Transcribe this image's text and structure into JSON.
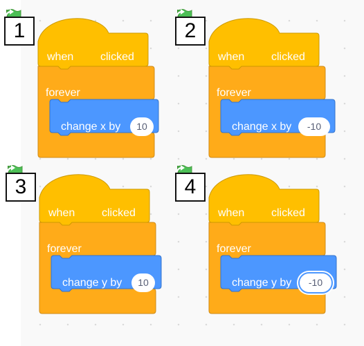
{
  "programs": [
    {
      "number": "1",
      "hat_when": "when",
      "hat_clicked": "clicked",
      "loop_label": "forever",
      "motion_label": "change x by",
      "value": "10"
    },
    {
      "number": "2",
      "hat_when": "when",
      "hat_clicked": "clicked",
      "loop_label": "forever",
      "motion_label": "change x by",
      "value": "-10"
    },
    {
      "number": "3",
      "hat_when": "when",
      "hat_clicked": "clicked",
      "loop_label": "forever",
      "motion_label": "change y by",
      "value": "10"
    },
    {
      "number": "4",
      "hat_when": "when",
      "hat_clicked": "clicked",
      "loop_label": "forever",
      "motion_label": "change y by",
      "value": "-10",
      "focused": true
    }
  ],
  "colors": {
    "events_block": "#ffbf00",
    "events_border": "#cc9900",
    "control_block": "#ffab19",
    "control_border": "#cf8b17",
    "motion_block": "#4c97ff",
    "motion_border": "#3373cc",
    "flag_green": "#4cbf56",
    "workspace": "#f9f9f9"
  },
  "icons": [
    "green-flag-icon",
    "repeat-arrow-icon"
  ]
}
